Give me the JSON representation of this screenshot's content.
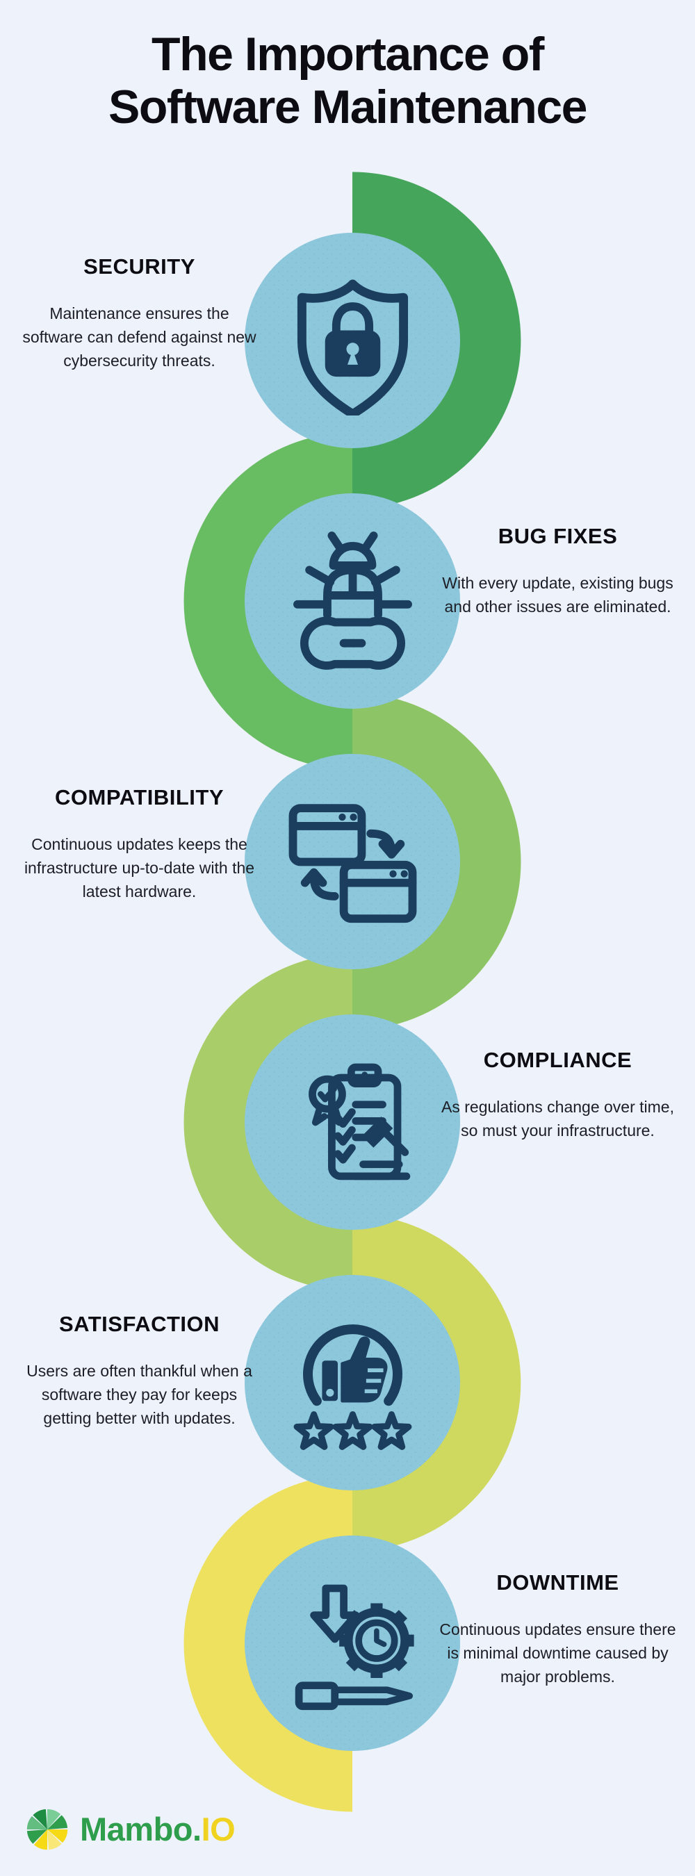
{
  "title": {
    "line1": "The Importance of",
    "line2": "Software Maintenance"
  },
  "sections": [
    {
      "heading": "SECURITY",
      "body": "Maintenance ensures the software can defend against new cybersecurity threats.",
      "icon": "shield-lock"
    },
    {
      "heading": "BUG FIXES",
      "body": "With every update, existing bugs and other issues are eliminated.",
      "icon": "bug-wrench"
    },
    {
      "heading": "COMPATIBILITY",
      "body": "Continuous updates keeps the infrastructure up-to-date with the latest hardware.",
      "icon": "windows-sync"
    },
    {
      "heading": "COMPLIANCE",
      "body": "As regulations change over time, so must your infrastructure.",
      "icon": "clipboard-gavel"
    },
    {
      "heading": "SATISFACTION",
      "body": "Users are often thankful when a software they pay for keeps getting better with updates.",
      "icon": "thumbs-up-stars"
    },
    {
      "heading": "DOWNTIME",
      "body": "Continuous updates ensure there is minimal downtime caused by major problems.",
      "icon": "arrow-gear-clock"
    }
  ],
  "logo": {
    "brand_primary": "Mambo.",
    "brand_secondary": "IO"
  },
  "colors": {
    "background": "#EEF2FA",
    "title_text": "#0C0C12",
    "body_text": "#1D1D25",
    "icon_ink": "#1B3E5E",
    "circle_fill": "#8DC7DB",
    "logo_green": "#2E9E4D",
    "logo_yellow": "#F0D321",
    "path_segments": [
      "#45A55B",
      "#68BC62",
      "#8DC465",
      "#A9CD68",
      "#CFD95F",
      "#EDE15F"
    ],
    "logo_slices": [
      "#F6DA15",
      "#F9E877",
      "#F6DA15",
      "#2E9E4D",
      "#63BC80",
      "#1F8C43",
      "#7ACD96",
      "#2E9E4D"
    ]
  }
}
